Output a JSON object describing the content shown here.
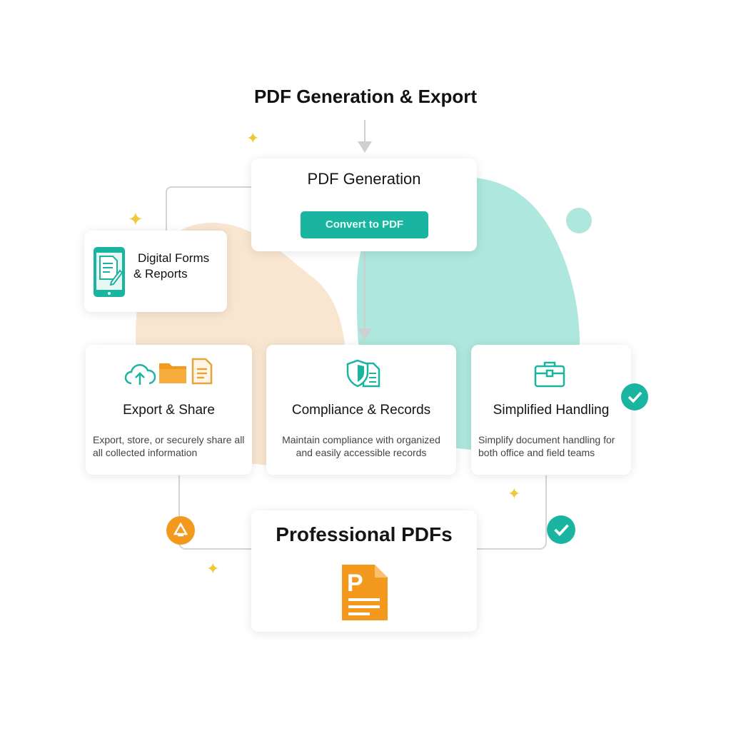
{
  "title": "PDF Generation & Export",
  "generation": {
    "title": "PDF Generation",
    "button": "Convert to PDF"
  },
  "forms": {
    "line1": "Digital Forms",
    "line2": "& Reports"
  },
  "cards": [
    {
      "title": "Export & Share",
      "desc1": "Export, store, or securely share all",
      "desc2": "all collected information"
    },
    {
      "title": "Compliance & Records",
      "desc1": "Maintain compliance with organized",
      "desc2": "and easily accessible records"
    },
    {
      "title": "Simplified Handling",
      "desc1": "Simplify document handling for",
      "desc2": "both office and field teams"
    }
  ],
  "output": {
    "title": "Professional PDFs"
  },
  "colors": {
    "teal": "#19b5a0",
    "orange": "#f39a1e",
    "peach": "#f8e6d1",
    "mint": "#aee7dd",
    "gold": "#f0c93a"
  }
}
